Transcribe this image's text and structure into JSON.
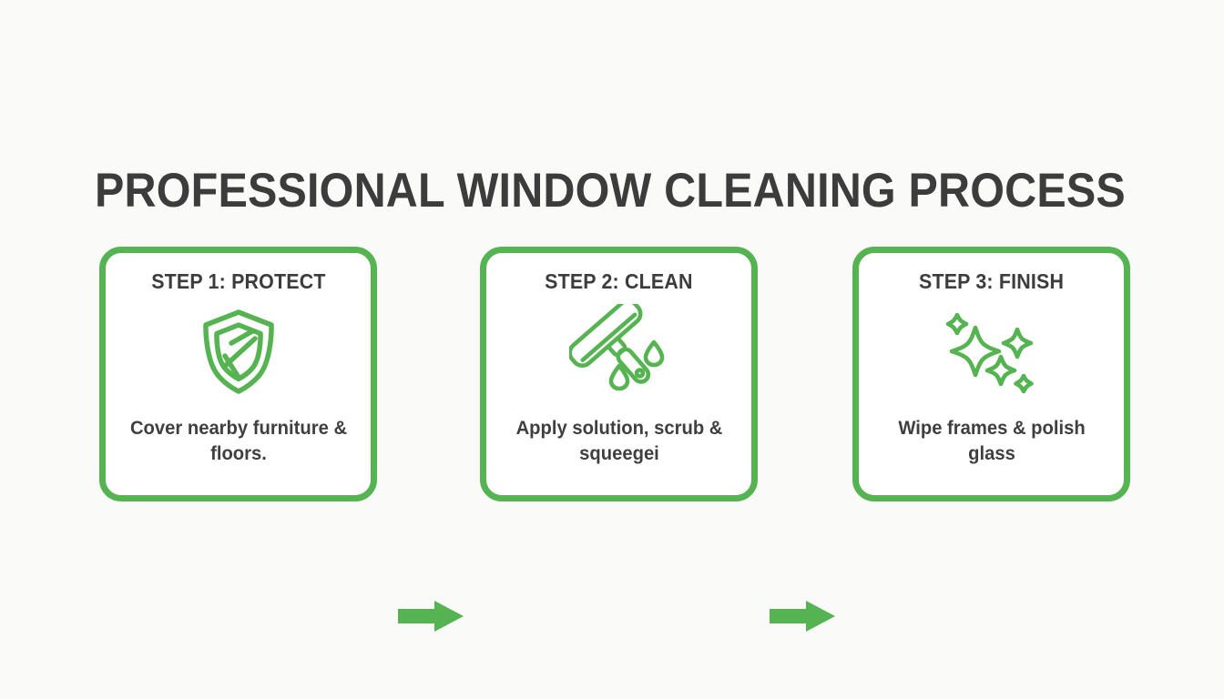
{
  "page": {
    "title": "PROFESSIONAL WINDOW CLEANING PROCESS",
    "background_color": "#fafaf9",
    "accent_color": "#56b351",
    "text_color": "#3c3c3c"
  },
  "steps": [
    {
      "title": "STEP 1: PROTECT",
      "description": "Cover nearby furniture & floors.",
      "icon": "shield-icon"
    },
    {
      "title": "STEP 2: CLEAN",
      "description": "Apply solution, scrub & squeegei",
      "icon": "squeegee-icon"
    },
    {
      "title": "STEP 3: FINISH",
      "description": "Wipe frames & polish glass",
      "icon": "sparkles-icon"
    }
  ],
  "connectors": [
    {
      "name": "arrow-right-icon"
    },
    {
      "name": "arrow-right-icon"
    }
  ]
}
